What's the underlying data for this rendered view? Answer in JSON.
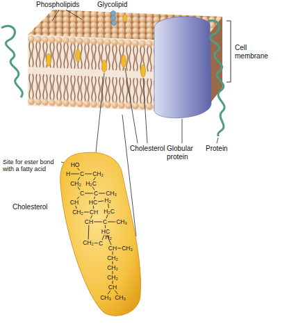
{
  "diagram": {
    "labels": [
      "Phospholipids",
      "Glycolipid",
      "Cell membrane",
      "Cholesterol",
      "Globular protein",
      "Protein",
      "Site for ester bond with a fatty acid",
      "Cholesterol",
      "HO",
      "H",
      "C",
      "CH₂",
      "CH₂",
      "H₂C",
      "C",
      "C",
      "CH₃",
      "CH",
      "HC",
      "H₂",
      "CH₂",
      "CH",
      "H₂C",
      "CH",
      "C",
      "CH₃",
      "HC",
      "CH₂",
      "C",
      "H₂",
      "CH",
      "CH₃",
      "CH₂",
      "CH₂",
      "CH₂",
      "CH",
      "CH₃",
      "CH₃"
    ]
  }
}
